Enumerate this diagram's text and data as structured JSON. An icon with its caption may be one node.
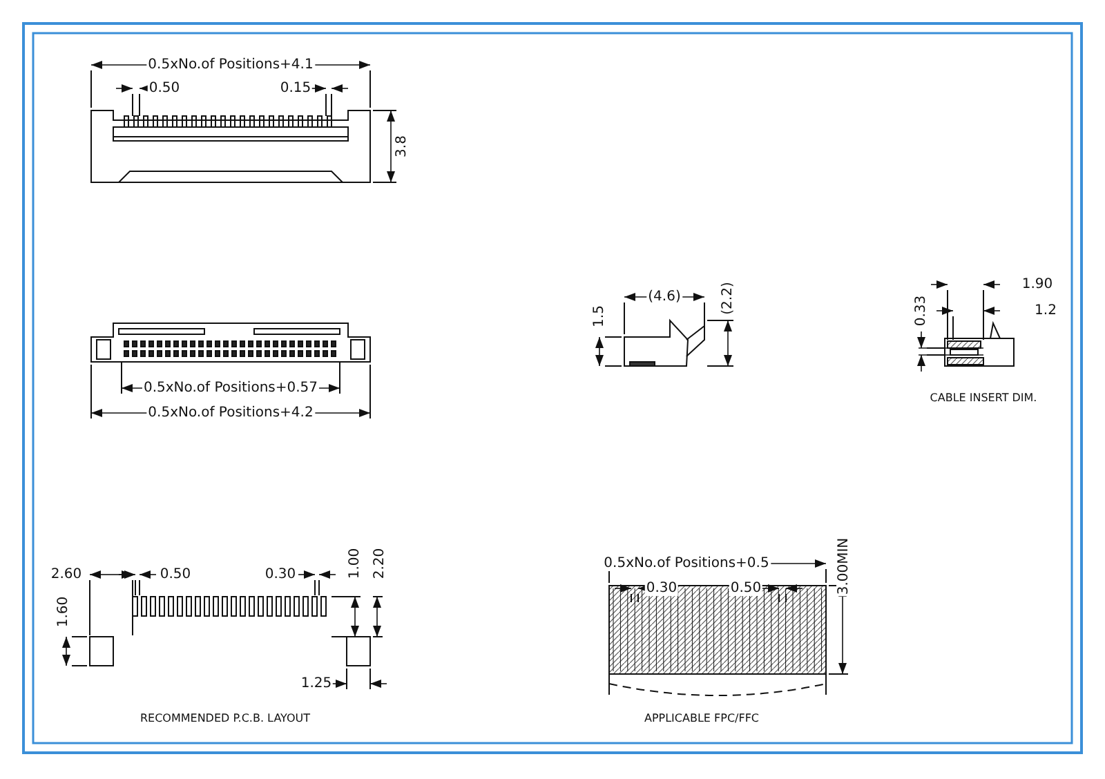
{
  "diagram": {
    "labels": [
      "0.5xNo.of Positions+4.1",
      "0.50",
      "0.15",
      "3.8",
      "1.5",
      "(4.6)",
      "(2.2)",
      "1.90",
      "1.2",
      "0.33",
      "0.5xNo.of Positions+0.57",
      "0.5xNo.of Positions+4.2",
      "CABLE INSERT DIM.",
      "2.60",
      "0.50",
      "0.30",
      "1.00",
      "2.20",
      "1.60",
      "0.5xNo.of Positions+0.5",
      "0.30",
      "0.50",
      "3.00MIN",
      "1.25",
      "RECOMMENDED P.C.B. LAYOUT",
      "APPLICABLE FPC/FFC"
    ]
  }
}
